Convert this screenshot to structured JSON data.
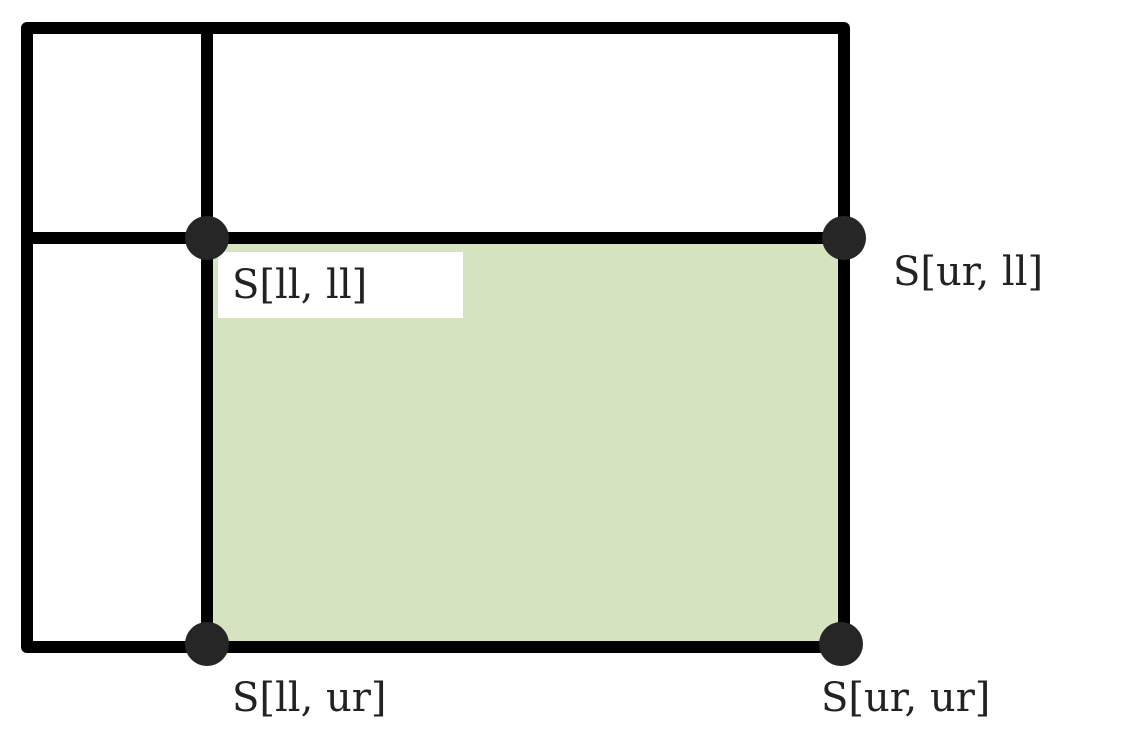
{
  "colors": {
    "outline": "#000000",
    "highlight_fill": "#d6e3c1",
    "corner_point": "#262626",
    "label_text": "#222222",
    "label_box": "#ffffff"
  },
  "labels": {
    "top_left": "S[ll, ll]",
    "top_right": "S[ur, ll]",
    "bottom_left": "S[ll, ur]",
    "bottom_right": "S[ur, ur]"
  }
}
